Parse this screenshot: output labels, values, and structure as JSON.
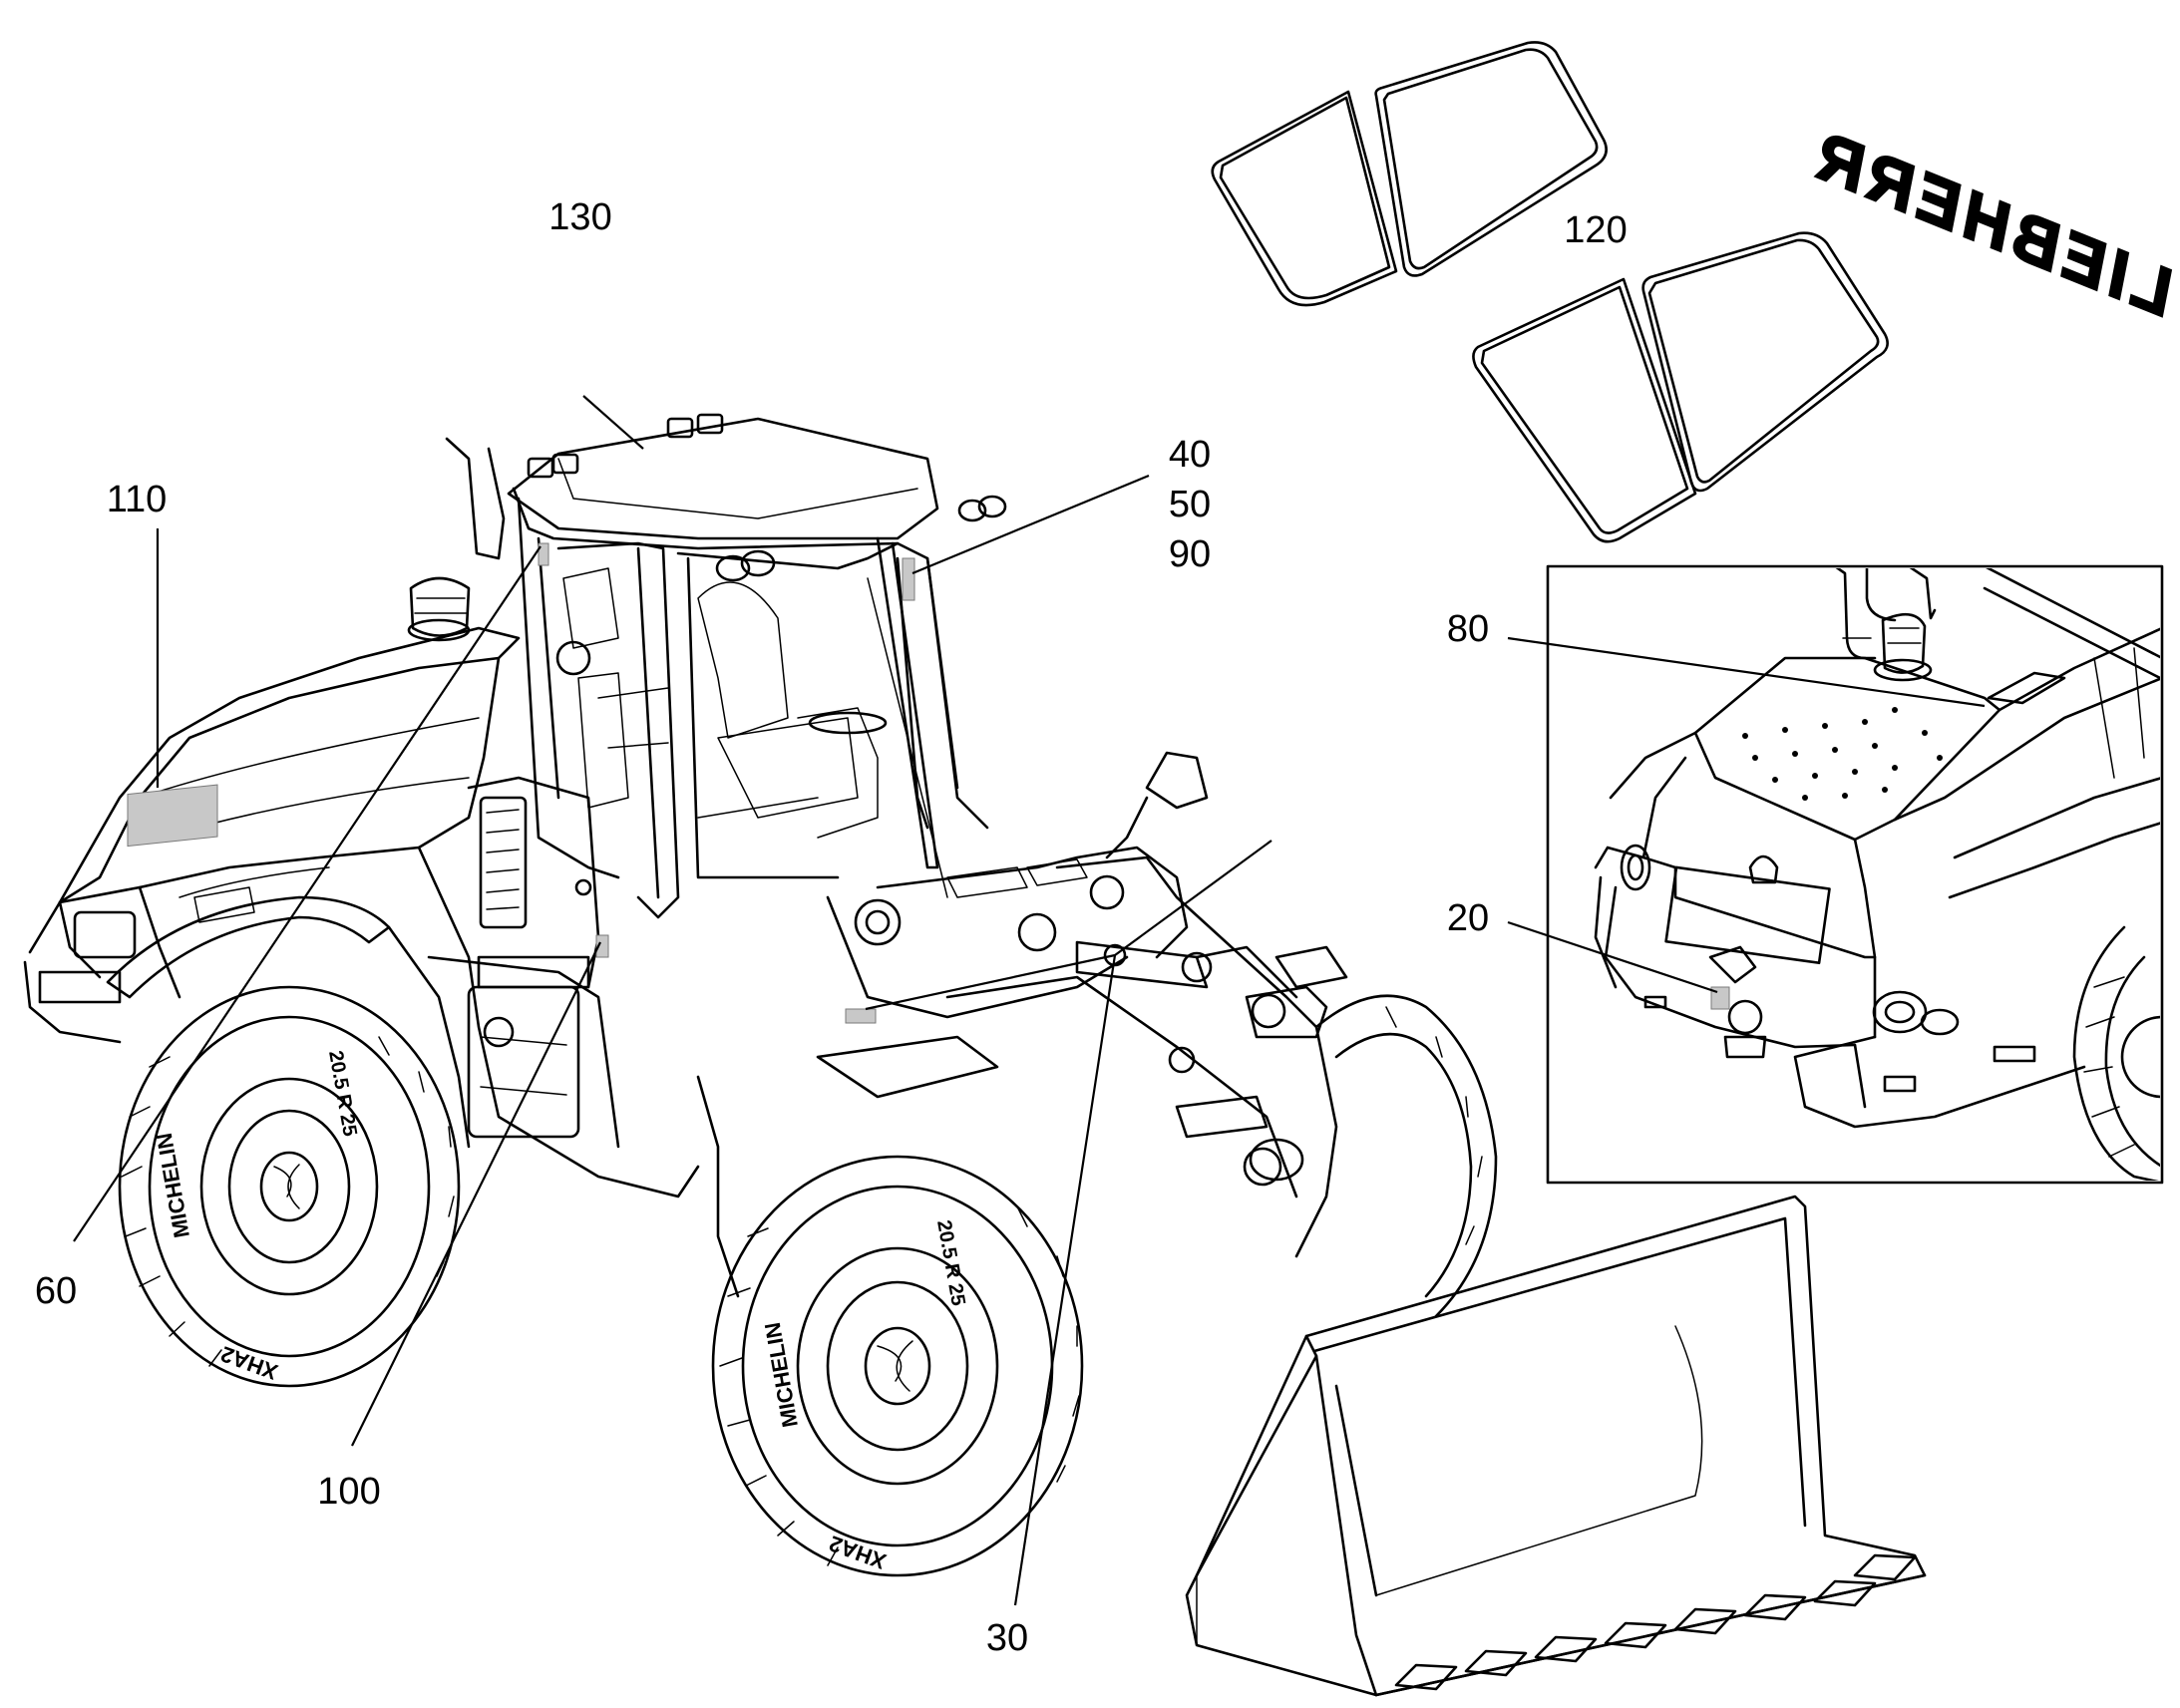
{
  "callouts": {
    "c130": "130",
    "c110": "110",
    "c120": "120",
    "c40": "40",
    "c50": "50",
    "c90": "90",
    "c80": "80",
    "c20": "20",
    "c60": "60",
    "c100": "100",
    "c30": "30"
  },
  "brand_logo": "LIEBHERR",
  "tire_text": {
    "brand": "MICHELIN",
    "size": "20.5 R 25",
    "model": "XHA2"
  }
}
